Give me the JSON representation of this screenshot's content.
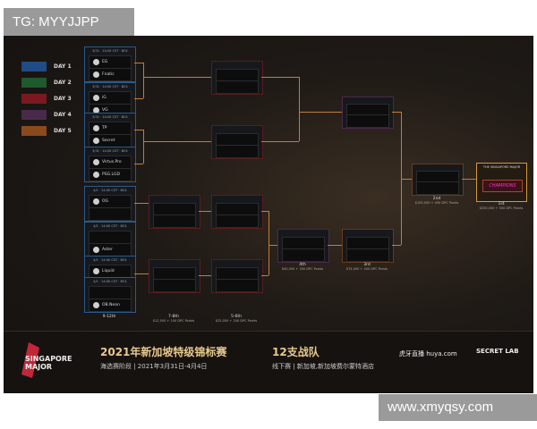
{
  "watermarks": {
    "top_left": "TG: MYYJJPP",
    "bottom_right": "www.xmyqsy.com"
  },
  "legend": [
    {
      "label": "DAY 1",
      "color": "#1f4c86"
    },
    {
      "label": "DAY 2",
      "color": "#1e5a2b"
    },
    {
      "label": "DAY 3",
      "color": "#7a1a20"
    },
    {
      "label": "DAY 4",
      "color": "#4a2a4a"
    },
    {
      "label": "DAY 5",
      "color": "#8a4a1c"
    }
  ],
  "round1": [
    {
      "header": "3/31 · 14:00 CST · BO1",
      "teams": [
        "EG",
        "Fnatic"
      ]
    },
    {
      "header": "3/31 · 14:00 CST · BO1",
      "teams": [
        "iG",
        "VG"
      ]
    },
    {
      "header": "3/31 · 14:00 CST · BO1",
      "teams": [
        "TP",
        "Secret"
      ]
    },
    {
      "header": "3/31 · 14:00 CST · BO1",
      "teams": [
        "Virtus.Pro",
        "PSG.LGD"
      ]
    }
  ],
  "lower_r1": [
    {
      "header": "4/1 · 14:00 CST · BO1",
      "teams": [
        "OG",
        ""
      ]
    },
    {
      "header": "4/1 · 14:00 CST · BO1",
      "teams": [
        "",
        "Aster"
      ]
    },
    {
      "header": "4/1 · 14:00 CST · BO1",
      "teams": [
        "Liquid",
        ""
      ]
    },
    {
      "header": "4/1 · 14:00 CST · BO1",
      "teams": [
        "",
        "OB.Neon"
      ]
    }
  ],
  "round_labels": {
    "r912": "9-12th",
    "r78": "7-8th",
    "r78_pts": "$12,500 + 100 DPC Points",
    "r56": "5-6th",
    "r56_pts": "$25,000 + 200 DPC Points",
    "r4": "4th",
    "r4_pts": "$50,000 + 300 DPC Points",
    "r3": "3rd",
    "r3_pts": "$75,000 + 400 DPC Points",
    "r2": "2nd",
    "r2_pts": "$100,000 + 450 DPC Points",
    "r1": "1st",
    "r1_pts": "$200,000 + 500 DPC Points"
  },
  "final": {
    "title": "THE SINGAPORE MAJOR",
    "champion": "CHAMPIONS"
  },
  "footer": {
    "logo_text": "SINGAPORE MAJOR",
    "title": "2021年新加坡特级锦标赛",
    "subtitle": "海选赛阶段 | 2021年3月31日-4月4日",
    "teams_count": "12支战队",
    "venue": "线下赛 | 新加坡,新加坡费尔蒙特酒店",
    "sponsor1": "虎牙直播 huya.com",
    "sponsor2": "SECRET LAB"
  }
}
